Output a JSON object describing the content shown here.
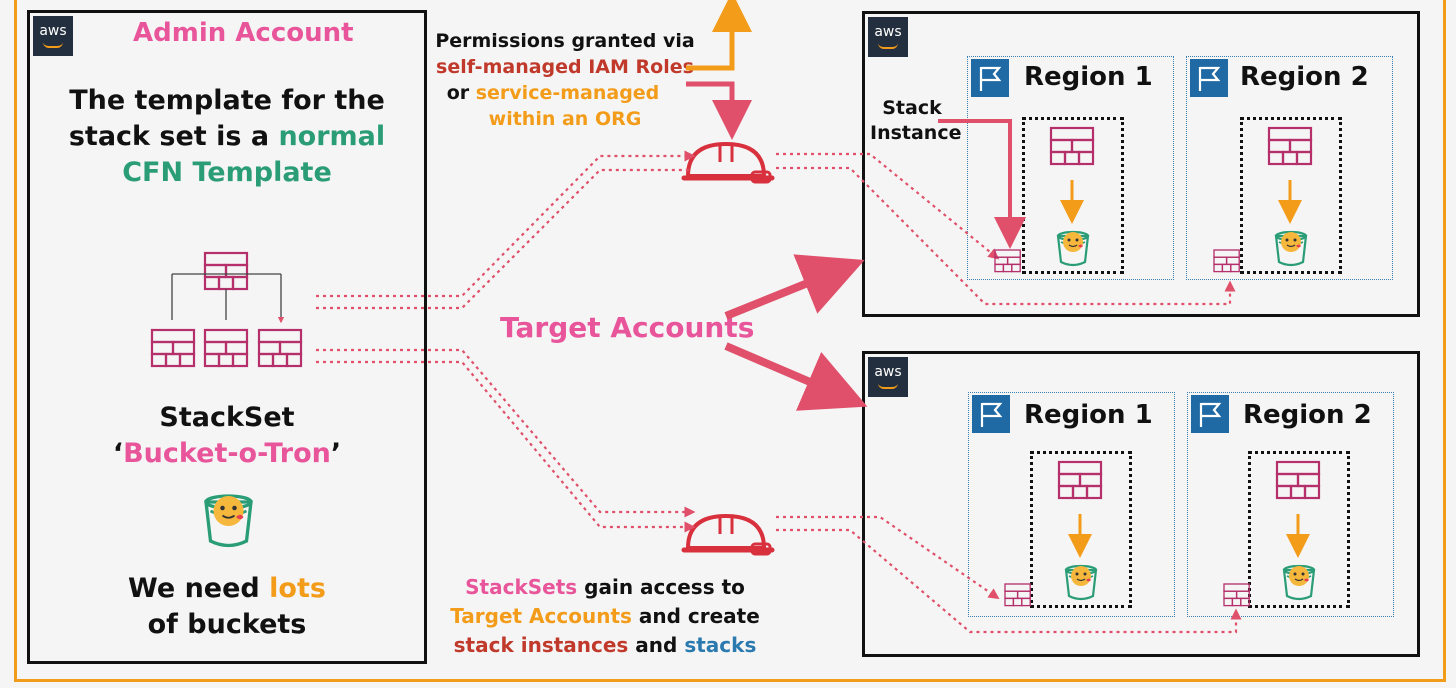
{
  "admin": {
    "title": "Admin Account",
    "template_l1": "The template for the",
    "template_l2a": "stack set is a ",
    "template_l2b": "normal",
    "template_l3": "CFN Template",
    "stackset_label": "StackSet",
    "stackset_name_open": "‘",
    "stackset_name": "Bucket-o-Tron",
    "stackset_name_close": "’",
    "need_a": "We need ",
    "need_b": "lots",
    "need_c": "of buckets"
  },
  "permissions": {
    "line1": "Permissions granted via",
    "line2": "self-managed IAM Roles",
    "line3a": "or ",
    "line3b": "service-managed",
    "line4": "within an ORG"
  },
  "target_accounts": "Target Accounts",
  "stack_instance": {
    "line1": "Stack",
    "line2": "Instance"
  },
  "bottom": {
    "l1a": "StackSets",
    "l1b": " gain access to",
    "l2a": "Target Accounts",
    "l2b": " and create",
    "l3a": "stack instances",
    "l3b": " and ",
    "l3c": "stacks"
  },
  "aws_logo": "aws",
  "accounts": [
    {
      "regions": [
        {
          "name": "Region 1"
        },
        {
          "name": "Region 2"
        }
      ]
    },
    {
      "regions": [
        {
          "name": "Region 1"
        },
        {
          "name": "Region 2"
        }
      ]
    }
  ],
  "colors": {
    "pink": "#e8559a",
    "green": "#2a9d77",
    "orange": "#f39c19",
    "red": "#c0392b",
    "blue": "#2a7ab0",
    "arrow_red": "#e0506a",
    "template_icon": "#b5306a"
  },
  "icons": [
    "aws-logo-icon",
    "region-flag-icon",
    "cfn-template-icon",
    "s3-bucket-icon",
    "cat-emoji-icon",
    "helmet-role-icon",
    "arrow-icon"
  ]
}
